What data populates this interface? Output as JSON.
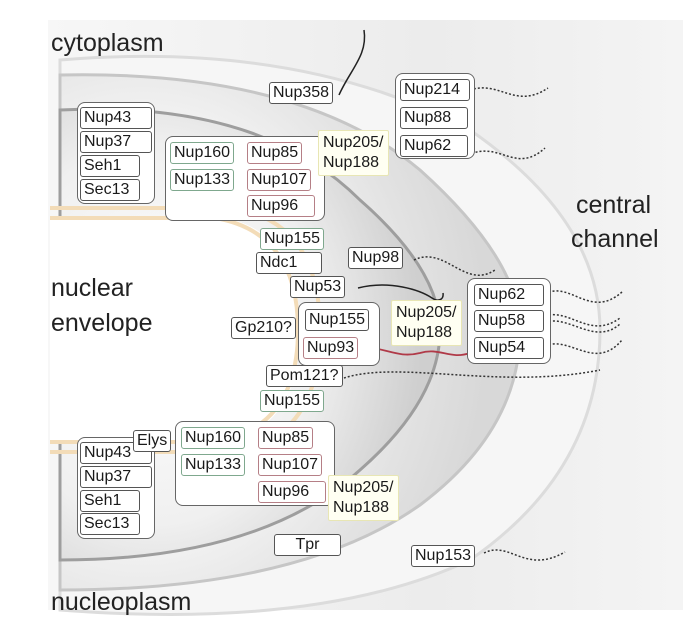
{
  "regions": {
    "cytoplasm": "cytoplasm",
    "nuclear_envelope_line1": "nuclear",
    "nuclear_envelope_line2": "envelope",
    "central_channel_line1": "central",
    "central_channel_line2": "channel",
    "nucleoplasm": "nucleoplasm"
  },
  "colors": {
    "box_border": "#555555",
    "green_border": "#7fa88e",
    "red_border": "#b57f86",
    "yellow_fill": "#fffff2",
    "nucleus_line": "#f3dcb8",
    "red_fiber": "#b03a48",
    "black_fiber": "#222222"
  },
  "cytoplasmic_side": {
    "nup358": "Nup358",
    "y_complex_left": [
      "Nup43",
      "Nup37",
      "Seh1",
      "Sec13"
    ],
    "y_complex_core": {
      "nup160": "Nup160",
      "nup85": "Nup85",
      "nup133": "Nup133",
      "nup107": "Nup107",
      "nup96": "Nup96"
    },
    "nup205_188": [
      "Nup205/",
      "Nup188"
    ],
    "fg_group": [
      "Nup214",
      "Nup88",
      "Nup62"
    ]
  },
  "membrane_ring": {
    "nup155_top": "Nup155",
    "ndc1": "Ndc1",
    "nup98": "Nup98",
    "nup53": "Nup53",
    "gp210": "Gp210?",
    "inner_group": [
      "Nup155",
      "Nup93"
    ],
    "nup205_188": [
      "Nup205/",
      "Nup188"
    ],
    "central_group": [
      "Nup62",
      "Nup58",
      "Nup54"
    ],
    "pom121": "Pom121?",
    "nup155_bottom": "Nup155"
  },
  "nuclear_side": {
    "elys": "Elys",
    "y_complex_left": [
      "Nup43",
      "Nup37",
      "Seh1",
      "Sec13"
    ],
    "y_complex_core": {
      "nup160": "Nup160",
      "nup85": "Nup85",
      "nup133": "Nup133",
      "nup107": "Nup107",
      "nup96": "Nup96"
    },
    "nup205_188": [
      "Nup205/",
      "Nup188"
    ],
    "tpr": "Tpr",
    "nup153": "Nup153"
  }
}
